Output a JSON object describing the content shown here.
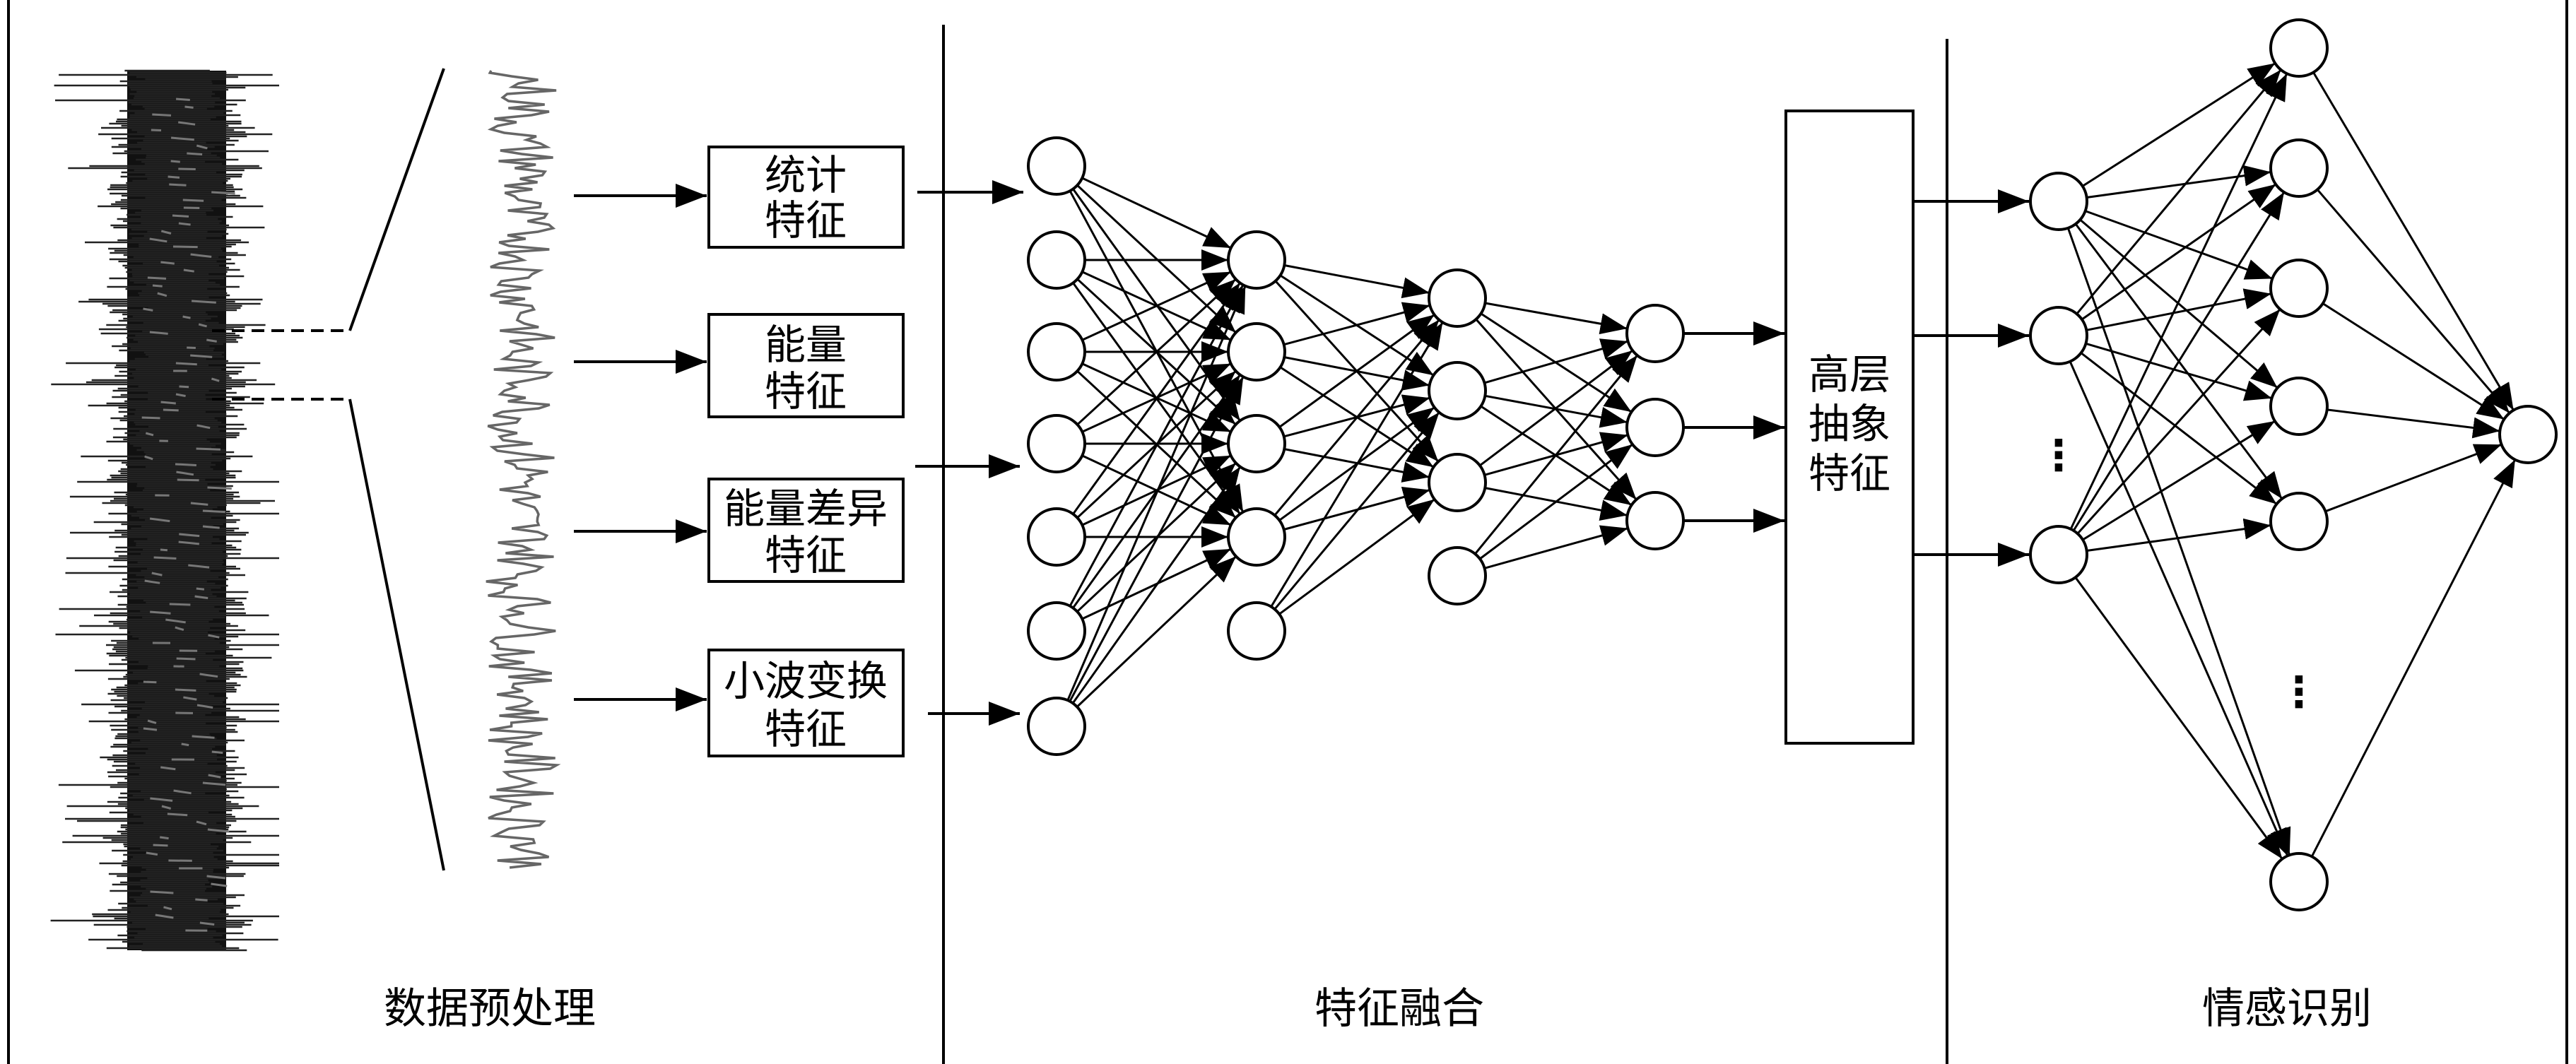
{
  "sections": {
    "preprocess": "数据预处理",
    "fusion": "特征融合",
    "recognition": "情感识别"
  },
  "feature_boxes": [
    {
      "line1": "统计",
      "line2": "特征"
    },
    {
      "line1": "能量",
      "line2": "特征"
    },
    {
      "line1": "能量差异",
      "line2": "特征"
    },
    {
      "line1": "小波变换",
      "line2": "特征"
    }
  ],
  "abstract_box": {
    "line1": "高层",
    "line2": "抽象",
    "line3": "特征"
  },
  "ellipsis": "⋮"
}
